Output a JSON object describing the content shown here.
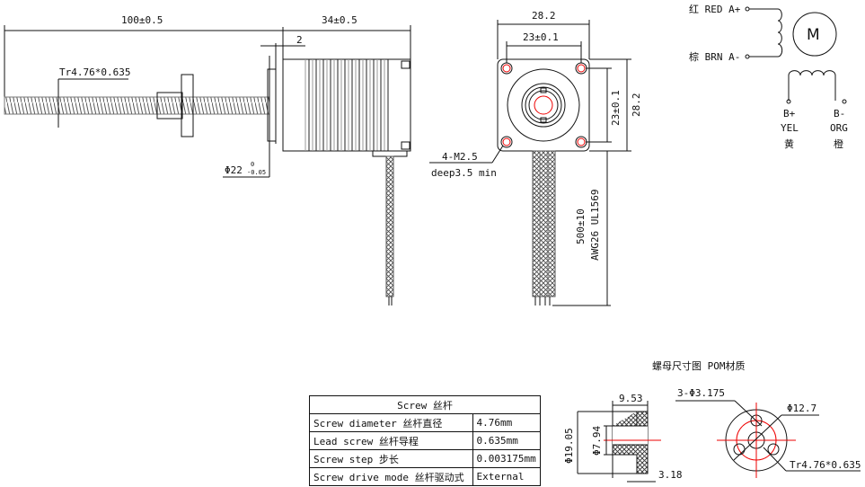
{
  "side_view": {
    "length_dim": "100±0.5",
    "body_dim": "34±0.5",
    "flange_dim": "2",
    "thread_label": "Tr4.76*0.635",
    "boss_dim": "Φ22",
    "boss_tol_upper": "0",
    "boss_tol_lower": "-0.05"
  },
  "front_view": {
    "width_dim": "28.2",
    "hole_spacing_dim": "23±0.1",
    "height_dim": "28.2",
    "hole_spacing_v_dim": "23±0.1",
    "hole_label": "4-M2.5",
    "hole_depth": "deep3.5 min",
    "cable_length": "500±10",
    "cable_spec": "AWG26 UL1569"
  },
  "wiring": {
    "motor_symbol": "M",
    "a_plus": "红 RED A+",
    "a_minus": "棕 BRN A-",
    "b_plus": "B+",
    "b_plus_color": "YEL",
    "b_plus_cn": "黄",
    "b_minus": "B-",
    "b_minus_color": "ORG",
    "b_minus_cn": "橙"
  },
  "spec_table": {
    "title": "Screw  丝杆",
    "rows": [
      {
        "label": "Screw diameter 丝杆直径",
        "value": "4.76mm"
      },
      {
        "label": "Lead screw 丝杆导程",
        "value": "0.635mm"
      },
      {
        "label": "Screw step 步长",
        "value": "0.003175mm"
      },
      {
        "label": "Screw drive mode 丝杆驱动式",
        "value": "External"
      }
    ]
  },
  "nut_drawing": {
    "title": "螺母尺寸图 POM材质",
    "length_dim": "9.53",
    "outer_dia": "Φ19.05",
    "inner_dia": "Φ7.94",
    "flange_thk": "3.18",
    "holes": "3-Φ3.175",
    "pcd": "Φ12.7",
    "thread": "Tr4.76*0.635"
  },
  "colors": {
    "line": "#111111",
    "center": "#e00000"
  }
}
